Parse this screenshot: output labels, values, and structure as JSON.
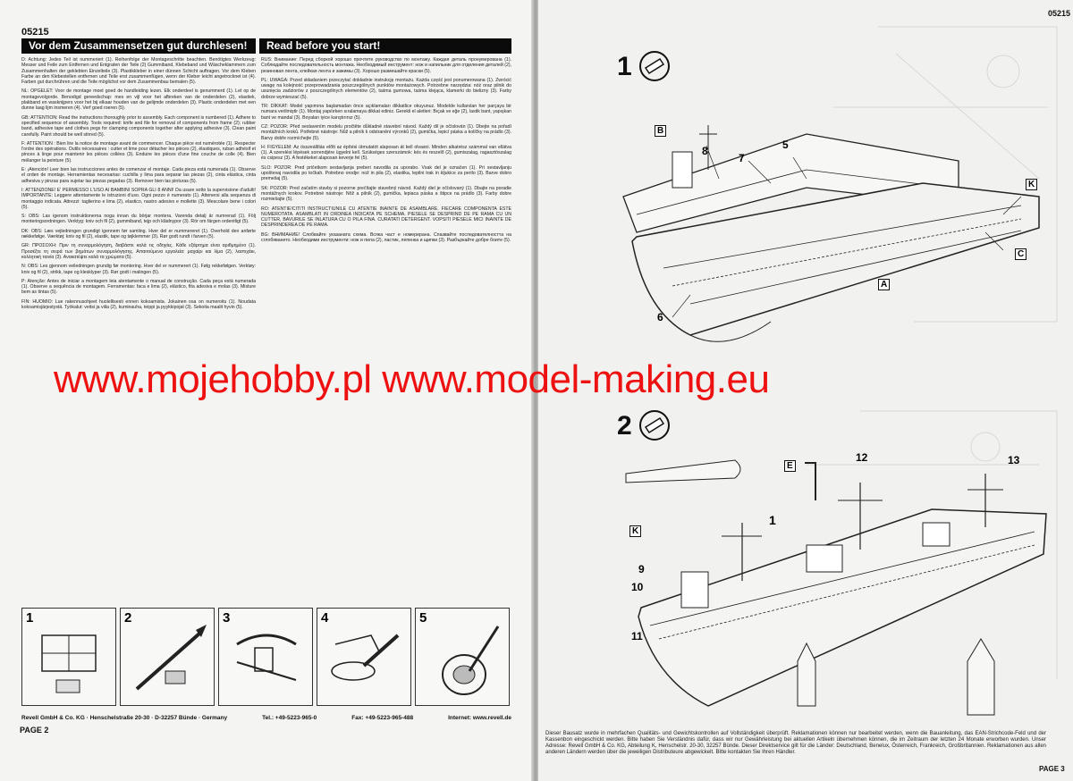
{
  "left_page": {
    "code": "05215",
    "header_de": "Vor dem Zusammensetzen gut durchlesen!",
    "header_en": "Read before you start!",
    "column_left": [
      {
        "lang": "D",
        "text": "D: Achtung: Jedes Teil ist nummeriert (1). Reihenfolge der Montageschritte beachten. Benötigtes Werkzeug: Messer und Feile zum Entfernen und Entgraten der Teile (2) Gummiband, Klebeband und Wäscheklammern zum Zusammenhalten der geklebten Einzelteile (3). Plastikkleber in einer dünnen Schicht auftragen. Vor dem Kleben Farbe an den Klebestellen entfernen und Teile erst zusammenfügen, wenn der Kleber leicht angetrocknet ist (4). Farben gut durchrühren und die Teile möglichst vor dem Zusammenbau bemalen (5)."
      },
      {
        "lang": "NL",
        "text": "NL: OPGELET: Voor de montage moet goed de handleiding lezen. Elk onderdeel is genummerd (1). Let op de montagevolgorde. Benodigd gereedschap: mes en vijl voor het afbreken van de onderdelen (2), elastiek, plakband en wasknijpers voor het bij elkaar houden van de gelijmde onderdelen (3). Plastic onderdelen met een dunne laag lijm insmeren (4). Verf goed roeren (5)."
      },
      {
        "lang": "GB",
        "text": "GB: ATTENTION: Read the instructions thoroughly prior to assembly. Each component is numbered (1). Adhere to specified sequence of assembly. Tools required: knife and file for removal of components from frame (2); rubber band, adhesive tape and clothes pegs for clamping components together after applying adhesive (3). Clean paint carefully. Paint should be well stirred (5)."
      },
      {
        "lang": "F",
        "text": "F: ATTENTION : Bien lire la notice de montage avant de commencer. Chaque pièce est numérotée (1). Respecter l'ordre des opérations. Outils nécessaires : cutter et lime pour détacher les pièces (2), élastiques, ruban adhésif et pinces à linge pour maintenir les pièces collées (3). Enduire les pièces d'une fine couche de colle (4). Bien mélanger la peinture (5)."
      },
      {
        "lang": "E",
        "text": "E: ¡Atención! Leer bien las instrucciones antes de comenzar el montaje. Cada pieza está numerada (1). Observe el orden de montaje. Herramientas necesarias: cuchilla y lima para separar las piezas (2), cinta elástica, cinta adhesiva y pinzas para sujetar las piezas pegadas (3). Remover bien las pinturas (5)."
      },
      {
        "lang": "I",
        "text": "I: ATTENZIONE! E' PERMESSO L'USO AI BAMBINI SOPRA GLI 8 ANNI! Da usare sotto la supervisione d'adulti! IMPORTANTE: Leggere attentamente le istruzioni d'uso. Ogni pezzo è numerato (1). Attenersi alla sequenza di montaggio indicata. Attrezzi: taglierino e lima (2), elastico, nastro adesivo e mollette (3). Mescolare bene i colori (5)."
      },
      {
        "lang": "S",
        "text": "S: OBS: Las igenom instruktionerna noga innan du börjar montera. Varenda detalj är numrerad (1). Följ monteringsordningen. Verktyg: kniv och fil (2), gummiband, tejp och klädnypor (3). Rör om färgen ordentligt (5)."
      },
      {
        "lang": "DK",
        "text": "DK: OBS: Læs vejledningen grundigt igennem før samling. Hver del er nummereret (1). Overhold den anførte rækkefølge. Værktøj: kniv og fil (2), elastik, tape og tøjklemmer (3). Rør godt rundt i farven (5)."
      },
      {
        "lang": "GR",
        "text": "GR: ΠΡΟΣΟΧΗ: Πριν τη συναρμολόγηση, διαβάστε καλά τις οδηγίες. Κάθε εξάρτημα είναι αριθμημένο (1). Προσέξτε τη σειρά των βημάτων συναρμολόγησης. Απαιτούμενα εργαλεία: μαχαίρι και λίμα (2), λαστιχάκι, κολλητική ταινία (3). Ανακατέψτε καλά τα χρώματα (5)."
      },
      {
        "lang": "N",
        "text": "N: OBS: Les gjennom veiledningen grundig før montering. Hver del er nummerert (1). Følg rekkefølgen. Verktøy: kniv og fil (2), strikk, tape og klesklyper (3). Rør godt i malingen (5)."
      },
      {
        "lang": "P",
        "text": "P: Atenção: Antes de iniciar a montagem leia atentamente o manual de construção. Cada peça está numerada (1). Observe a sequência de montagem. Ferramentas: faca e lima (2), elástico, fita adesiva e molas (3). Misture bem as tintas (5)."
      },
      {
        "lang": "FIN",
        "text": "FIN: HUOMIO: Lue rakennusohjeet huolellisesti ennen kokoamista. Jokainen osa on numeroitu (1). Noudata kokoamisjärjestystä. Työkalut: veitsi ja viila (2), kuminauha, teippi ja pyykkipojat (3). Sekoita maalit hyvin (5)."
      }
    ],
    "column_right": [
      {
        "lang": "RUS",
        "text": "RUS: Внимание: Перед сборкой хорошо прочтите руководство по монтажу. Каждая деталь пронумерована (1). Соблюдайте последовательность монтажа. Необходимый инструмент: нож и напильник для отделения деталей (2), резиновая лента, клейкая лента и зажимы (3). Хорошо размешайте краски (5)."
      },
      {
        "lang": "PL",
        "text": "PL: UWAGA: Przed składaniem przeczytać dokładnie instrukcję montażu. Każda część jest ponumerowana (1). Zwrócić uwagę na kolejność przeprowadzania poszczególnych punktów montażowych. Potrzebne narzędzia: nóż oraz pilnik do usunięcia zadziorów z poszczególnych elementów (2), taśma gumowa, taśma klejąca, klamerki do bielizny (3). Farby dobrze wymieszać (5)."
      },
      {
        "lang": "TR",
        "text": "TR: DİKKAT: Model yapımına başlamadan önce açıklamaları dikkatlice okuyunuz. Modelde kullanılan her parçaya bir numara verilmiştir (1). Montaj yapılırken sıralamaya dikkat ediniz. Gerekli el aletleri: Bıçak ve eğe (2), lastik bant, yapışkan bant ve mandal (3). Boyaları iyice karıştırınız (5)."
      },
      {
        "lang": "CZ",
        "text": "CZ: POZOR: Před sestavením modelu pročtěte důkladně stavební návod. Každý díl je očíslován (1). Dbejte na pořadí montážních kroků. Potřebné nástroje: Nůž a pilník k odstranění výronků (2), gumička, lepicí páska a kolíčky na prádlo (3). Barvy dobře rozmíchejte (5)."
      },
      {
        "lang": "H",
        "text": "H: FIGYELEM: Az összeállítás előtt az építési útmutatót alaposan át kell olvasni. Minden alkatrész számmal van ellátva (1). A szerelési lépések sorrendjére ügyelni kell. Szükséges szerszámok: kés és reszelő (2), gumiszalag, ragasztószalag és csipesz (3). A festékeket alaposan keverje fel (5)."
      },
      {
        "lang": "SLO",
        "text": "SLO: POZOR: Pred pričetkom sestavljanja preberi navodila za uporabo. Vsak del je označen (1). Pri sestavljanju upoštevaj navodila po točkah. Potrebno orodje: nož in pila (2), elastika, lepilni trak in kljukice za perilo (3). Barve dobro premešaj (5)."
      },
      {
        "lang": "SK",
        "text": "SK: POZOR: Pred začatím stavby si pozorne prečítajte stavebný návod. Každý diel je očíslovaný (1). Dbajte na poradie montážnych krokov. Potrebné nástroje: Nôž a pilník (2), gumička, lepiaca páska a štipce na prádlo (3). Farby dobre rozmiešajte (5)."
      },
      {
        "lang": "RO",
        "text": "RO: ATENTIE!CITITI INSTRUCTIUNILE CU ATENTIE INAINTE DE ASAMBLARE. FIECARE COMPONENTA ESTE NUMEROTATA. ASAMBLATI IN ORDINEA INDICATA PE SCHEMA. PIESELE SE DESPRIND DE PE RAMA CU UN CUTTER, BAVURILE SE INLATURA CU O PILA FINA. CURATATI DETERGENT. VOPSITI PIESELE MICI INAINTE DE DESPRINDEREA DE PE RAMA."
      },
      {
        "lang": "BG",
        "text": "BG: ВНИМАНИЕ! Слобвайте указаната схема. Всяка част е номерирана. Спазвайте последователността на сглобяването. Необходими инструменти: нож и пила (2), ластик, лепенка и щипки (3). Разбъркайте добре боите (5)."
      }
    ],
    "footer": {
      "company": "Revell GmbH & Co. KG · Henschelstraße 20-30 · D-32257 Bünde · Germany",
      "tel": "Tel.: +49-5223-965-0",
      "fax": "Fax: +49-5223-965-488",
      "internet": "Internet: www.revell.de"
    },
    "page_label": "PAGE 2",
    "step_numbers": [
      "1",
      "2",
      "3",
      "4",
      "5"
    ]
  },
  "right_page": {
    "code": "05215",
    "page_label": "PAGE 3",
    "step1_number": "1",
    "step2_number": "2",
    "part_labels_step1": [
      "5",
      "7",
      "8",
      "6",
      "A",
      "B",
      "C",
      "K"
    ],
    "part_labels_step2": [
      "1",
      "9",
      "10",
      "11",
      "12",
      "13",
      "E",
      "K"
    ],
    "disclaimer": "Dieser Bausatz wurde in mehrfachen Qualitäts- und Gewichtskontrollen auf Vollständigkeit überprüft. Reklamationen können nur bearbeitet werden, wenn die Bauanleitung, das EAN-Strichcode-Feld und der Kassenbon eingeschickt werden. Bitte haben Sie Verständnis dafür, dass wir nur Gewährleistung bei aktuellen Artikeln übernehmen können, die im Zeitraum der letzten 24 Monate erworben wurden. Unser Adresse: Revell GmbH & Co. KG, Abteilung K, Henschelstr. 20-30, 32257 Bünde. Dieser Direktservice gilt für die Länder: Deutschland, Benelux, Österreich, Frankreich, Großbritannien. Reklamationen aus allen anderen Ländern werden über die jeweiligen Distributeure abgewickelt. Bitte kontakten Sie Ihren Händler."
  },
  "watermark": "www.mojehobby.pl www.model-making.eu",
  "colors": {
    "watermark": "#ee1111",
    "ink": "#111111",
    "paper": "#f4f4f2"
  }
}
